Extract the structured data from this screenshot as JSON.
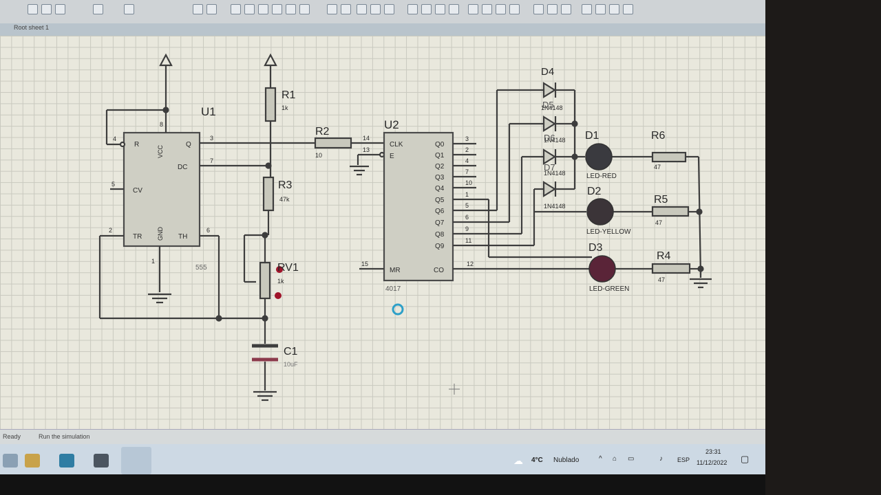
{
  "window": {
    "document_tab": "Root sheet 1"
  },
  "status": {
    "left_text": "Ready",
    "message": "Run the simulation"
  },
  "taskbar": {
    "weather_temp": "4°C",
    "weather_text": "Nublado",
    "language": "ESP",
    "time": "23:31",
    "date": "11/12/2022"
  },
  "schematic": {
    "u1": {
      "ref": "U1",
      "part": "555",
      "pins": {
        "r": "R",
        "vcc": "VCC",
        "q": "Q",
        "dc": "DC",
        "cv": "CV",
        "tr": "TR",
        "gnd": "GND",
        "th": "TH"
      },
      "pin_numbers": {
        "p4": "4",
        "p8": "8",
        "p3": "3",
        "p7": "7",
        "p5": "5",
        "p2": "2",
        "p1": "1",
        "p6": "6"
      }
    },
    "u2": {
      "ref": "U2",
      "part": "4017",
      "clk": "CLK",
      "e": "E",
      "mr": "MR",
      "co": "CO",
      "outputs": [
        "Q0",
        "Q1",
        "Q2",
        "Q3",
        "Q4",
        "Q5",
        "Q6",
        "Q7",
        "Q8",
        "Q9"
      ],
      "output_pins": [
        "3",
        "2",
        "4",
        "7",
        "10",
        "1",
        "5",
        "6",
        "9",
        "11"
      ],
      "pin_clk": "14",
      "pin_e": "13",
      "pin_mr": "15",
      "pin_co": "12"
    },
    "r1": {
      "ref": "R1",
      "value": "1k"
    },
    "r2": {
      "ref": "R2",
      "value": "10"
    },
    "r3": {
      "ref": "R3",
      "value": "47k"
    },
    "rv1": {
      "ref": "RV1",
      "value": "1k"
    },
    "c1": {
      "ref": "C1",
      "value": "10uF"
    },
    "r4": {
      "ref": "R4",
      "value": "47"
    },
    "r5": {
      "ref": "R5",
      "value": "47"
    },
    "r6": {
      "ref": "R6",
      "value": "47"
    },
    "diodes": [
      {
        "ref": "D4",
        "part": "1N4148"
      },
      {
        "ref": "D5",
        "part": "1N4148"
      },
      {
        "ref": "D6",
        "part": "1N4148"
      },
      {
        "ref": "D7",
        "part": "1N4148"
      }
    ],
    "leds": [
      {
        "ref": "D1",
        "part": "LED-RED",
        "color": "#3a3a3f"
      },
      {
        "ref": "D2",
        "part": "LED-YELLOW",
        "color": "#3b3438"
      },
      {
        "ref": "D3",
        "part": "LED-GREEN",
        "color": "#5a2438"
      }
    ]
  },
  "colors": {
    "wire": "#3d3d3d",
    "component": "#4a4a4a",
    "accent_probe": "#a0142a",
    "cursor_ring": "#2ea0c8"
  }
}
